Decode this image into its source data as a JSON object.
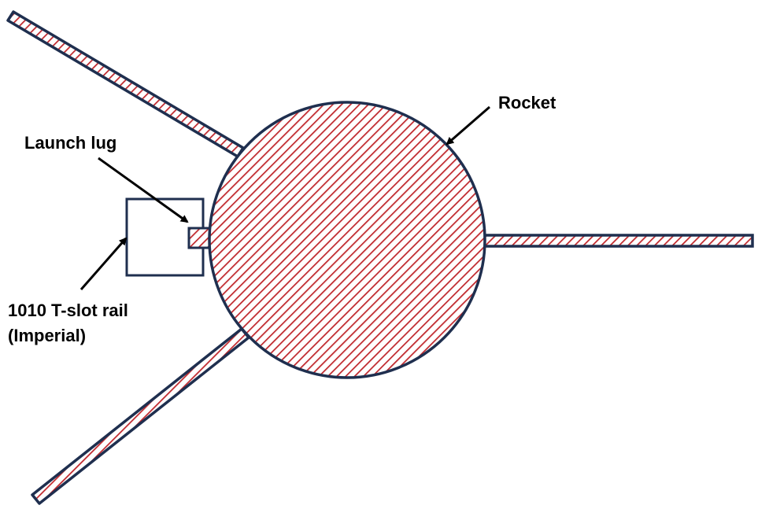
{
  "labels": {
    "rocket": "Rocket",
    "launch_lug": "Launch lug",
    "rail_line1": "1010 T-slot rail",
    "rail_line2": "(Imperial)"
  },
  "colors": {
    "outline": "#1f2f4f",
    "hatch": "#c0282d",
    "background": "#ffffff",
    "arrow": "#000000"
  },
  "components": [
    "rocket",
    "launch-lug",
    "t-slot-rail",
    "fin-upper-left",
    "fin-right",
    "fin-lower-left"
  ]
}
